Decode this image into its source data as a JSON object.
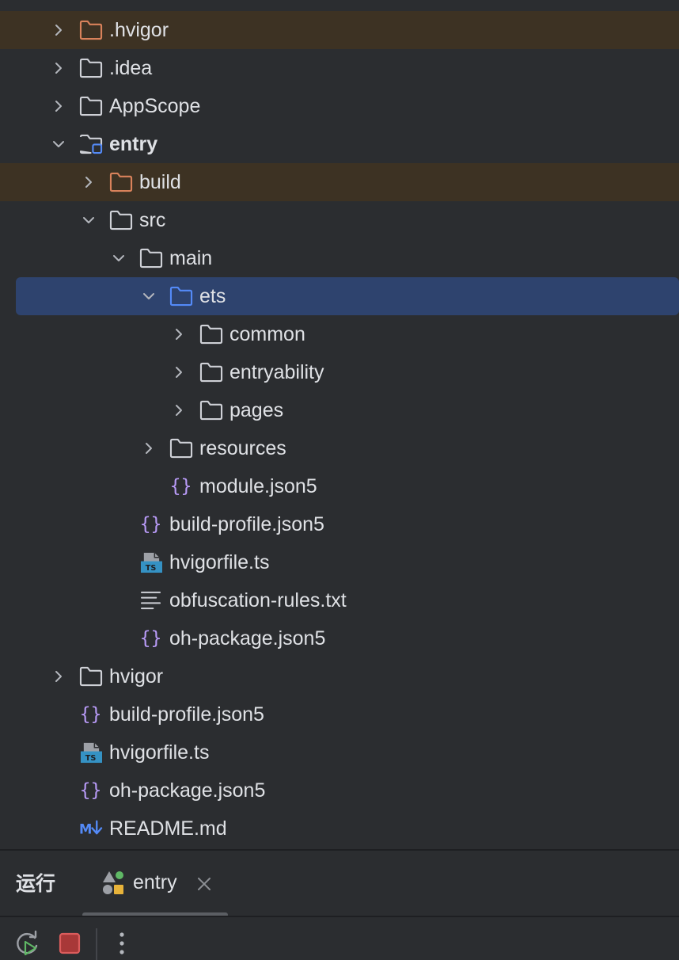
{
  "tree": {
    "partial_top_row": "",
    "items": [
      {
        "label": ".hvigor",
        "icon": "folder-icon",
        "expanded": false,
        "excluded": true
      },
      {
        "label": ".idea",
        "icon": "folder-icon",
        "expanded": false
      },
      {
        "label": "AppScope",
        "icon": "folder-icon",
        "expanded": false
      },
      {
        "label": "entry",
        "icon": "module-folder-icon",
        "expanded": true
      },
      {
        "label": "build",
        "icon": "folder-icon",
        "expanded": false,
        "excluded": true
      },
      {
        "label": "src",
        "icon": "folder-icon",
        "expanded": true
      },
      {
        "label": "main",
        "icon": "folder-icon",
        "expanded": true
      },
      {
        "label": "ets",
        "icon": "source-folder-icon",
        "expanded": true,
        "selected": true
      },
      {
        "label": "common",
        "icon": "folder-icon",
        "expanded": false
      },
      {
        "label": "entryability",
        "icon": "folder-icon",
        "expanded": false
      },
      {
        "label": "pages",
        "icon": "folder-icon",
        "expanded": false
      },
      {
        "label": "resources",
        "icon": "folder-icon",
        "expanded": false
      },
      {
        "label": "module.json5",
        "icon": "json-icon"
      },
      {
        "label": "build-profile.json5",
        "icon": "json-icon"
      },
      {
        "label": "hvigorfile.ts",
        "icon": "typescript-file-icon"
      },
      {
        "label": "obfuscation-rules.txt",
        "icon": "text-file-icon"
      },
      {
        "label": "oh-package.json5",
        "icon": "json-icon"
      },
      {
        "label": "hvigor",
        "icon": "folder-icon",
        "expanded": false
      },
      {
        "label": "build-profile.json5",
        "icon": "json-icon"
      },
      {
        "label": "hvigorfile.ts",
        "icon": "typescript-file-icon"
      },
      {
        "label": "oh-package.json5",
        "icon": "json-icon"
      },
      {
        "label": "README.md",
        "icon": "markdown-icon"
      }
    ]
  },
  "run_panel": {
    "title": "运行",
    "tab_label": "entry",
    "tab_icon": "run-config-icon",
    "tools": [
      "rerun-icon",
      "stop-icon",
      "more-icon"
    ]
  },
  "colors": {
    "background": "#2b2d30",
    "selected_row": "#2e436e",
    "excluded_row": "#3d3223",
    "excluded_folder": "#d9825b",
    "source_folder": "#548af7",
    "json_icon": "#b99bf8",
    "ts_icon": "#3592c4",
    "stop": "#db5c5c",
    "run_green": "#5fb865"
  }
}
